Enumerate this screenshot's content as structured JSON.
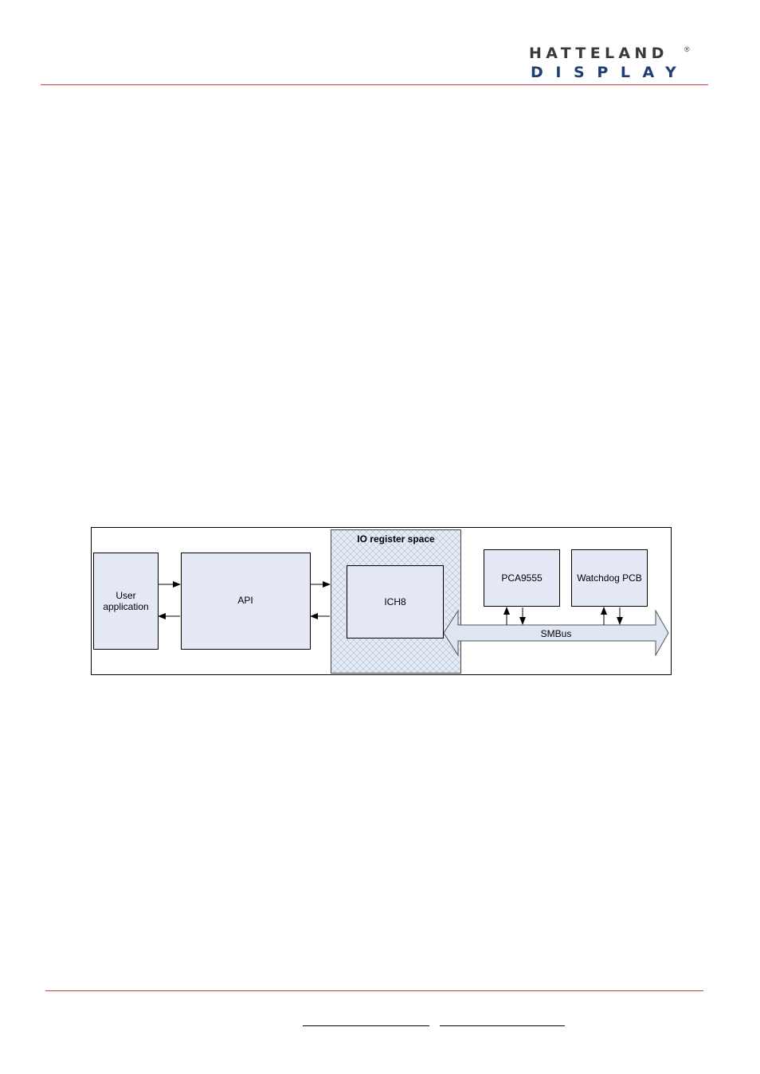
{
  "header": {
    "logo_line1": "HATTELAND",
    "logo_line2": "DISPLAY",
    "logo_registered": "®"
  },
  "diagram": {
    "region_label": "IO register space",
    "boxes": {
      "user_application_line1": "User",
      "user_application_line2": "application",
      "api": "API",
      "ich8": "ICH8",
      "pca9555": "PCA9555",
      "watchdog_pcb": "Watchdog PCB"
    },
    "bus_label": "SMBus"
  },
  "colors": {
    "rule": "#d23b3b",
    "box_fill": "#e4e9f5",
    "bus_fill": "#dfe6f3",
    "logo_dark": "#3a3a3a",
    "logo_blue": "#1f3f73"
  }
}
